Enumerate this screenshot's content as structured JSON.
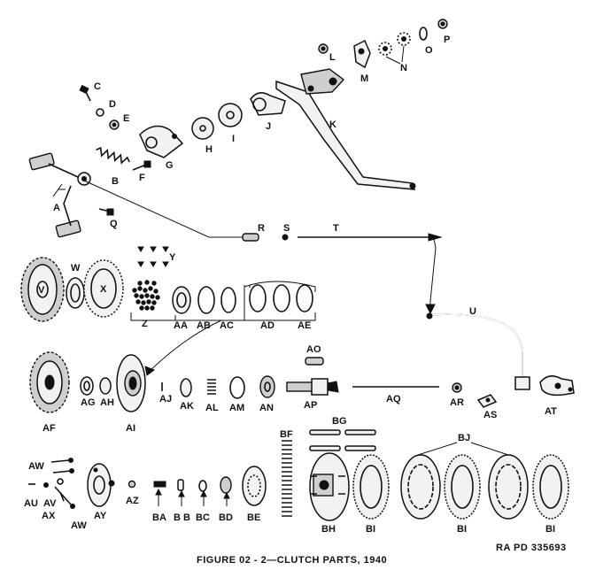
{
  "figure": {
    "caption": "FIGURE 02 - 2—CLUTCH PARTS, 1940",
    "reference": "RA PD 335693"
  },
  "labels": {
    "A": "A",
    "B": "B",
    "C": "C",
    "D": "D",
    "E": "E",
    "F": "F",
    "G": "G",
    "H": "H",
    "I": "I",
    "J": "J",
    "K": "K",
    "L": "L",
    "M": "M",
    "N": "N",
    "O": "O",
    "P": "P",
    "Q": "Q",
    "R": "R",
    "S": "S",
    "T": "T",
    "U": "U",
    "V": "V",
    "W": "W",
    "X": "X",
    "Y": "Y",
    "Z": "Z",
    "AA": "AA",
    "AB": "AB",
    "AC": "AC",
    "AD": "AD",
    "AE": "AE",
    "AF": "AF",
    "AG": "AG",
    "AH": "AH",
    "AI": "AI",
    "AJ": "AJ",
    "AK": "AK",
    "AL": "AL",
    "AM": "AM",
    "AN": "AN",
    "AO": "AO",
    "AP": "AP",
    "AQ": "AQ",
    "AR": "AR",
    "AS": "AS",
    "AT": "AT",
    "AU": "AU",
    "AV": "AV",
    "AW": "AW",
    "AX": "AX",
    "AY": "AY",
    "AZ": "AZ",
    "BA": "BA",
    "BB": "B B",
    "BC": "BC",
    "BD": "BD",
    "BE": "BE",
    "BF": "BF",
    "BG": "BG",
    "BH": "BH",
    "BI": "BI",
    "BJ": "BJ"
  }
}
